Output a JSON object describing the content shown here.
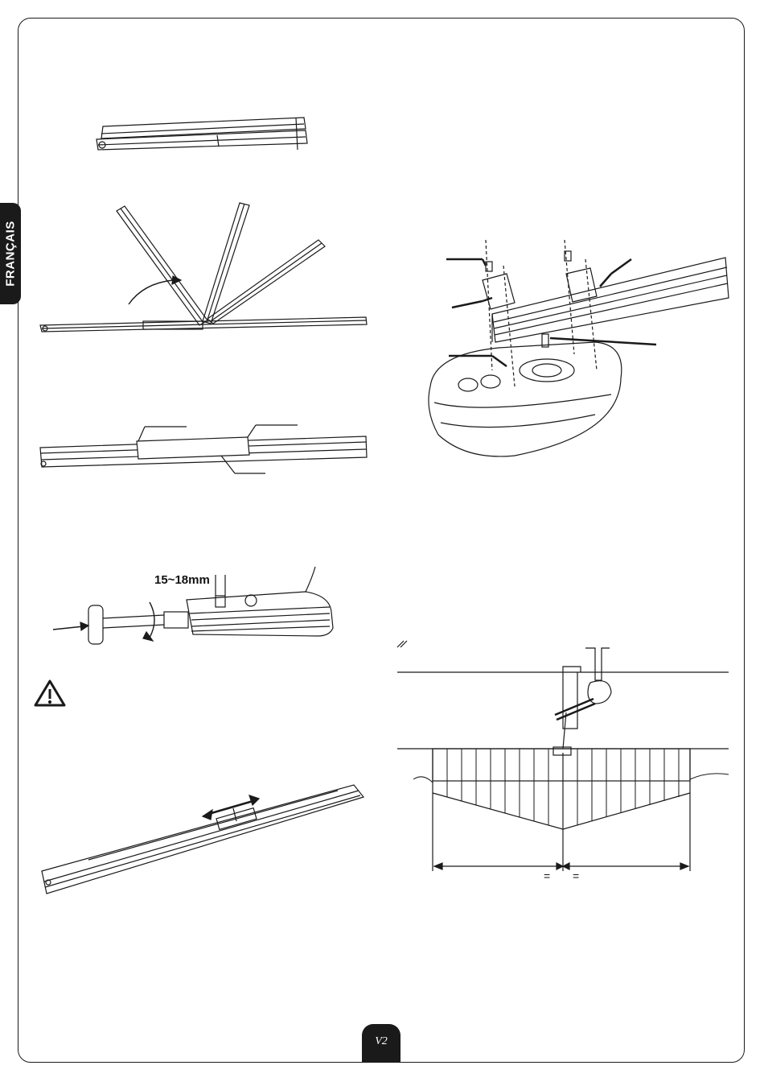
{
  "sidebar": {
    "language_label": "FRANÇAIS"
  },
  "figures": {
    "spindle_adjust": {
      "dimension_label": "15~18mm"
    },
    "mounting_centered": {
      "equal_mark_left": "=",
      "equal_mark_right": "="
    }
  },
  "footer": {
    "logo_text": "V2"
  },
  "colors": {
    "ink": "#1a1a1a",
    "paper": "#ffffff"
  }
}
